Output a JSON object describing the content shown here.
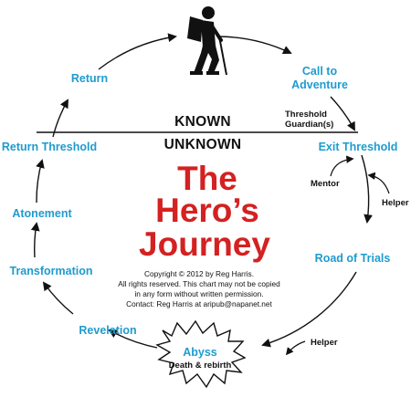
{
  "colors": {
    "stage_label": "#1f9bcf",
    "title": "#d42121",
    "line": "#111111",
    "background": "#ffffff"
  },
  "zones": {
    "known": "KNOWN",
    "unknown": "UNKNOWN"
  },
  "title": {
    "line1": "The",
    "line2": "Hero’s",
    "line3": "Journey"
  },
  "stages": {
    "call_to_adventure_1": "Call to",
    "call_to_adventure_2": "Adventure",
    "exit_threshold": "Exit Threshold",
    "road_of_trials": "Road of Trials",
    "abyss": "Abyss",
    "revelation": "Revelation",
    "transformation": "Transformation",
    "atonement": "Atonement",
    "return_threshold": "Return Threshold",
    "return": "Return"
  },
  "abyss_sub": "Death & rebirth",
  "helpers": {
    "threshold_guardian_1": "Threshold",
    "threshold_guardian_2": "Guardian(s)",
    "mentor": "Mentor",
    "helper_upper": "Helper",
    "helper_lower": "Helper"
  },
  "copyright": {
    "line1": "Copyright © 2012 by Reg Harris.",
    "line2": "All rights reserved. This chart may not be copied",
    "line3": "in any form without written permission.",
    "line4": "Contact: Reg Harris at aripub@napanet.net"
  },
  "icons": {
    "hero": "hiker-icon",
    "abyss": "starburst-icon"
  }
}
